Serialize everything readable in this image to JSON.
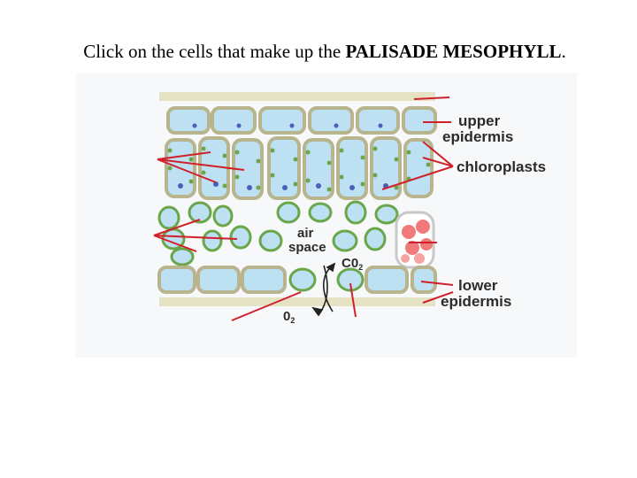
{
  "prompt": {
    "text_before": "Click on the cells that make up the ",
    "bold_text": "PALISADE MESOPHYLL",
    "text_after": "."
  },
  "diagram": {
    "labels": {
      "upper_epidermis_line1": "upper",
      "upper_epidermis_line2": "epidermis",
      "chloroplasts": "chloroplasts",
      "air_space_line1": "air",
      "air_space_line2": "space",
      "co2": "C0",
      "co2_sub": "2",
      "o2": "0",
      "o2_sub": "2",
      "lower_epidermis_line1": "lower",
      "lower_epidermis_line2": "epidermis"
    },
    "colors": {
      "cuticle": "#e6e3c4",
      "cell_wall": "#b7b48e",
      "cell_fill": "#bde0f2",
      "chloroplast": "#6aa64a",
      "nucleus": "#4a5fb8",
      "arrow_red": "#d0202a",
      "xylem": "#f07a7a"
    }
  }
}
